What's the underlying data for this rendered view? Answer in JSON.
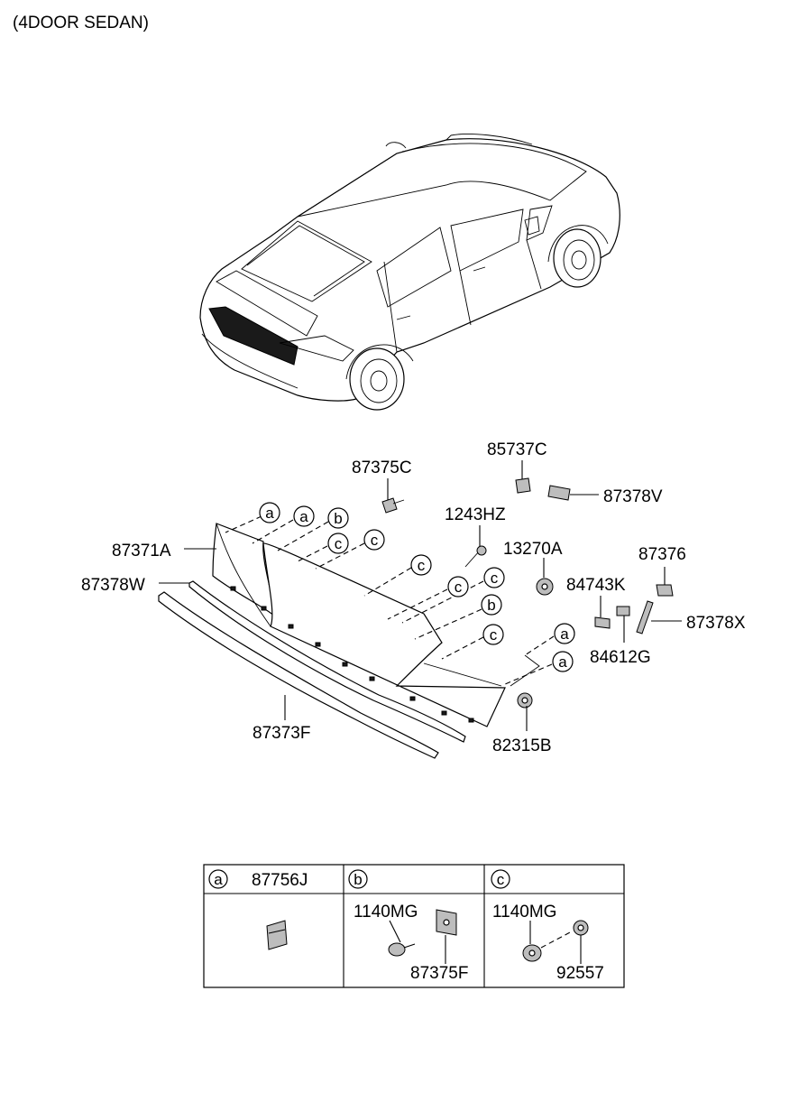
{
  "title": "(4DOOR SEDAN)",
  "callouts": {
    "p87375C": "87375C",
    "p85737C": "85737C",
    "p87378V": "87378V",
    "p1243HZ": "1243HZ",
    "p13270A": "13270A",
    "p87376": "87376",
    "p84743K": "84743K",
    "p87378X": "87378X",
    "p84612G": "84612G",
    "p87371A": "87371A",
    "p87378W": "87378W",
    "p87373F": "87373F",
    "p82315B": "82315B"
  },
  "circle_letters": {
    "a": "a",
    "b": "b",
    "c": "c"
  },
  "legend": {
    "col_a": {
      "letter": "a",
      "part": "87756J"
    },
    "col_b": {
      "letter": "b",
      "part_top": "1140MG",
      "part_bottom": "87375F"
    },
    "col_c": {
      "letter": "c",
      "part_top": "1140MG",
      "part_bottom": "92557"
    }
  }
}
